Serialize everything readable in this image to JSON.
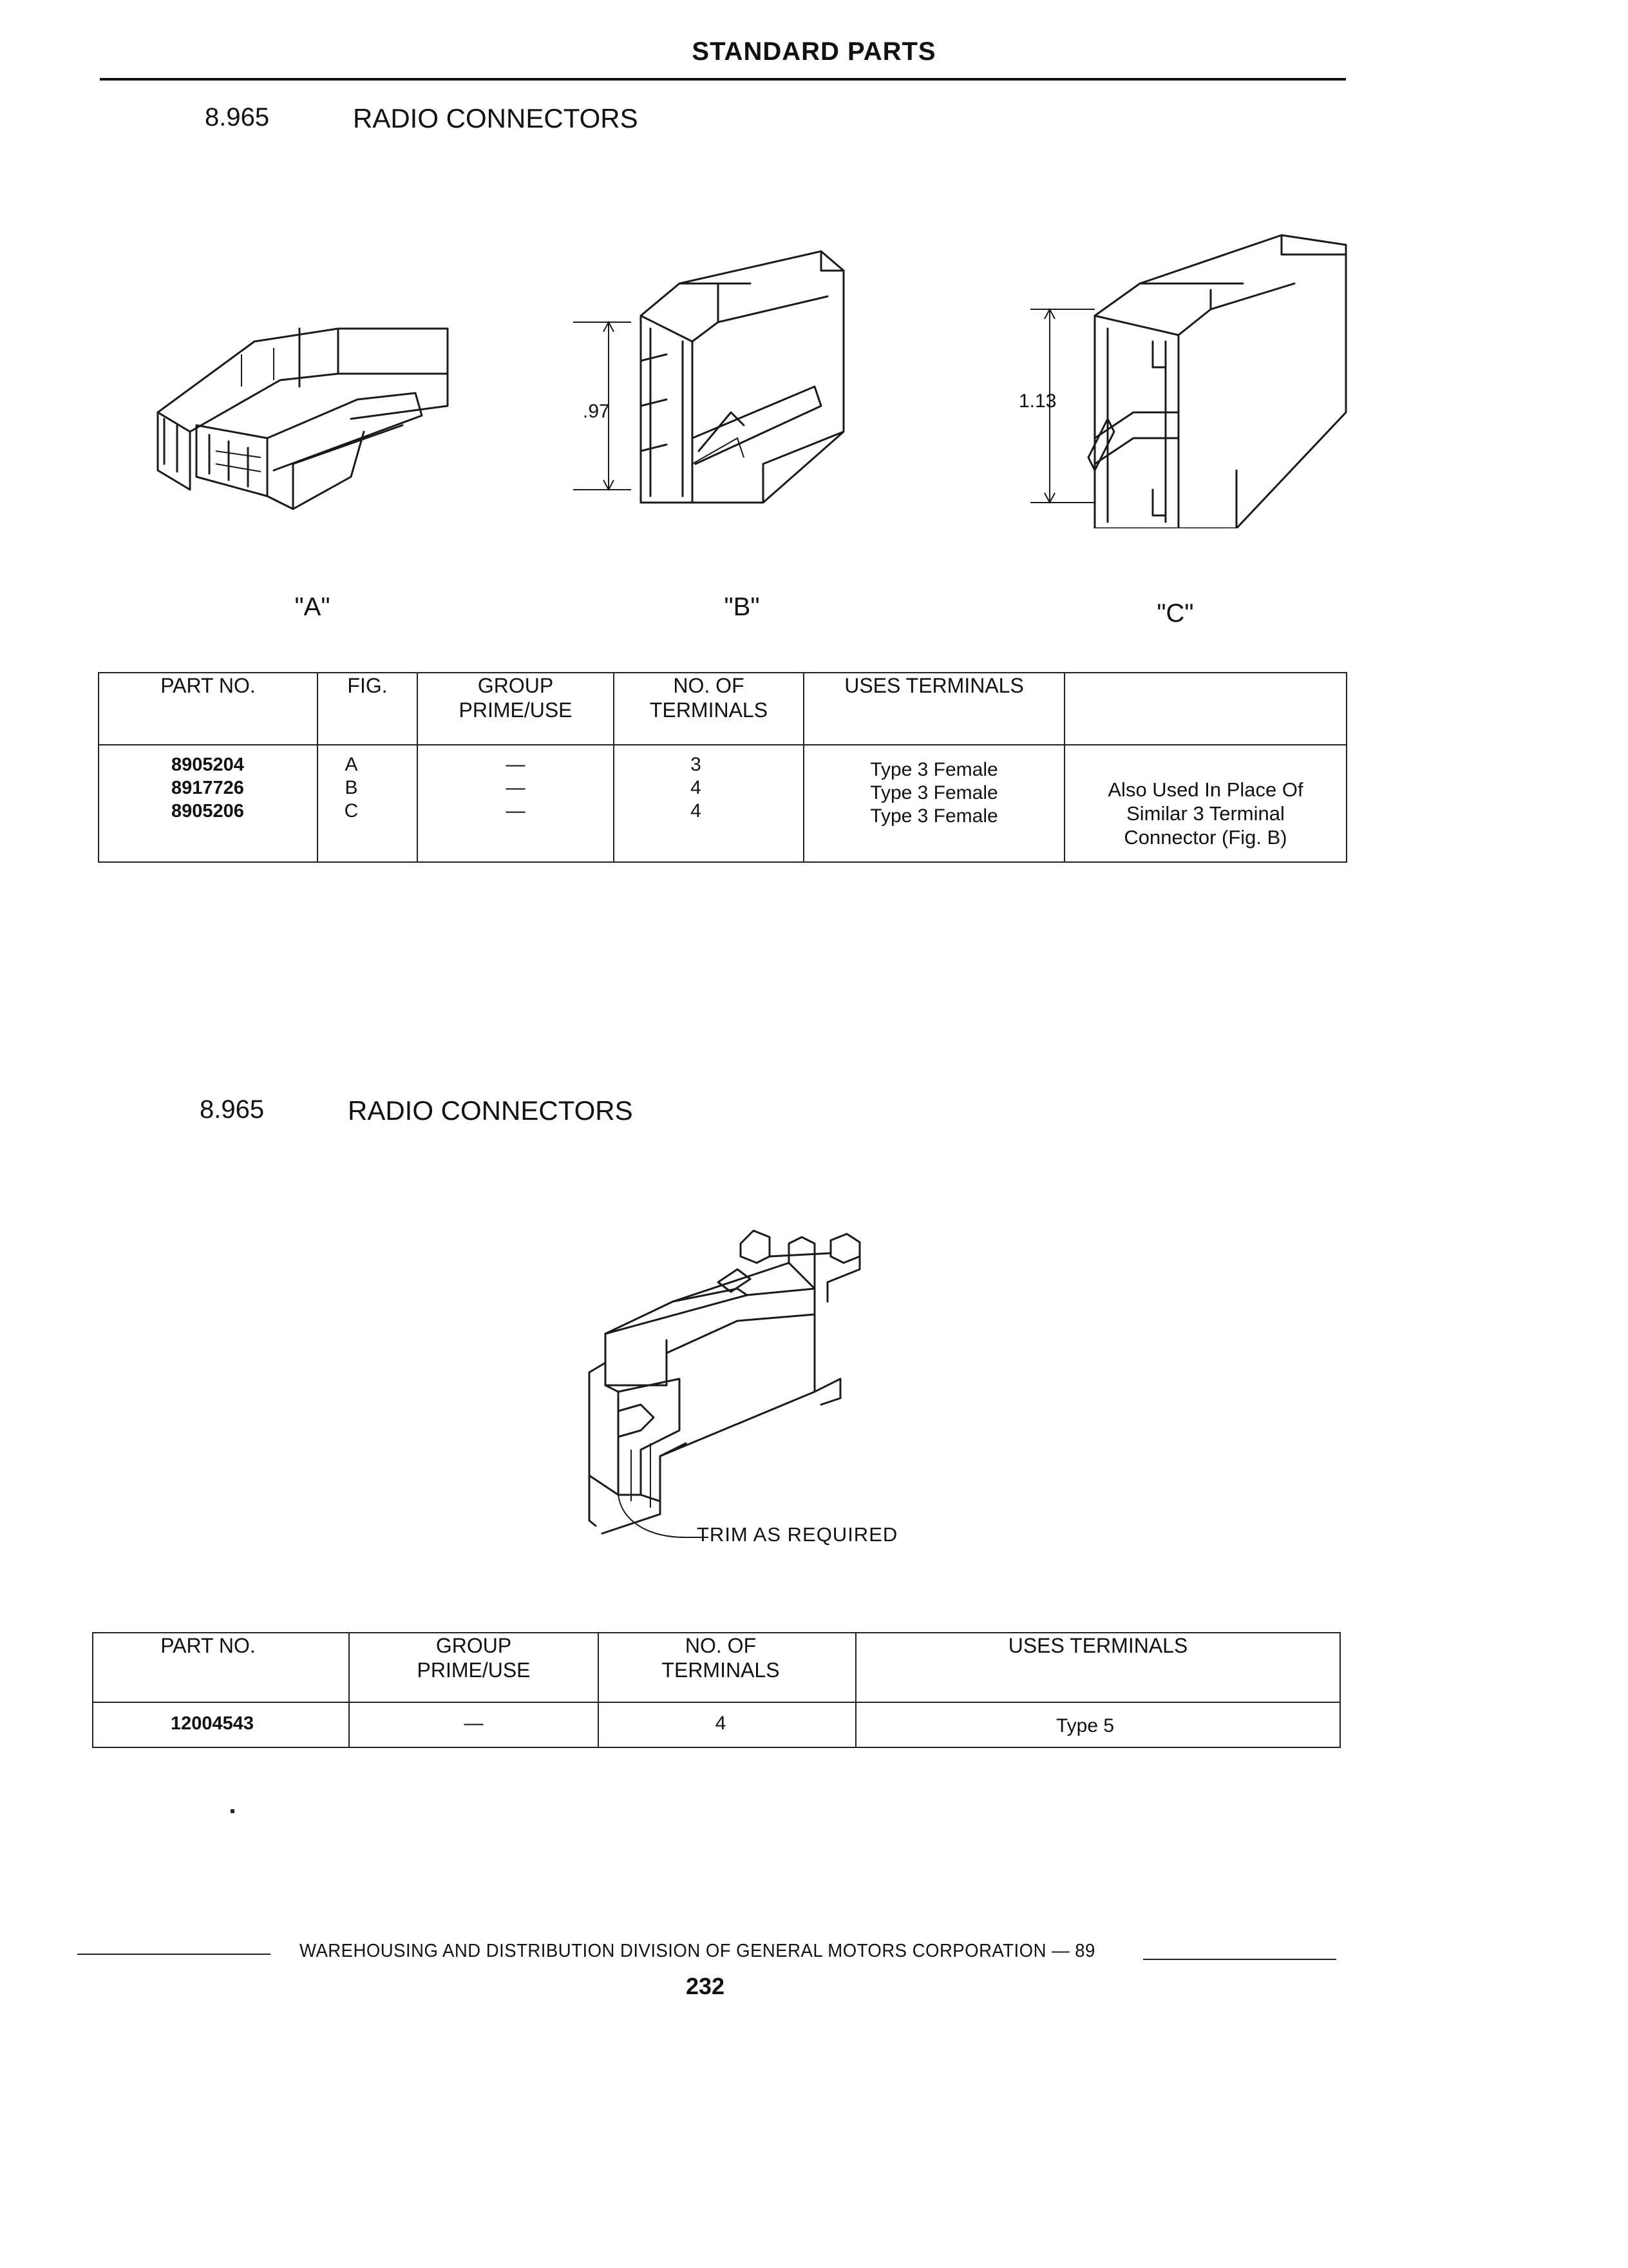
{
  "header": {
    "title": "STANDARD PARTS"
  },
  "section1": {
    "number": "8.965",
    "title": "RADIO CONNECTORS",
    "figures": [
      {
        "label": "\"A\""
      },
      {
        "label": "\"B\"",
        "dimension": ".97"
      },
      {
        "label": "\"C\"",
        "dimension": "1.13"
      }
    ],
    "table": {
      "headers": {
        "part_no": "PART NO.",
        "fig": "FIG.",
        "group_line1": "GROUP",
        "group_line2": "PRIME/USE",
        "terms_line1": "NO. OF",
        "terms_line2": "TERMINALS",
        "uses": "USES TERMINALS"
      },
      "rows": [
        {
          "part_no": "8905204",
          "fig": "A",
          "group": "—",
          "terminals": "3",
          "uses": "Type 3 Female"
        },
        {
          "part_no": "8917726",
          "fig": "B",
          "group": "—",
          "terminals": "4",
          "uses": "Type 3 Female"
        },
        {
          "part_no": "8905206",
          "fig": "C",
          "group": "—",
          "terminals": "4",
          "uses": "Type 3 Female"
        }
      ],
      "note_lines": [
        "Also Used In Place Of",
        "Similar 3 Terminal",
        "Connector (Fig. B)"
      ]
    }
  },
  "section2": {
    "number": "8.965",
    "title": "RADIO CONNECTORS",
    "figure_callout": "TRIM AS REQUIRED",
    "table": {
      "headers": {
        "part_no": "PART NO.",
        "group_line1": "GROUP",
        "group_line2": "PRIME/USE",
        "terms_line1": "NO. OF",
        "terms_line2": "TERMINALS",
        "uses": "USES TERMINALS"
      },
      "rows": [
        {
          "part_no": "12004543",
          "group": "—",
          "terminals": "4",
          "uses": "Type 5"
        }
      ]
    }
  },
  "footer": {
    "text": "WAREHOUSING AND DISTRIBUTION DIVISION OF GENERAL MOTORS CORPORATION — 89",
    "page_number": "232"
  }
}
